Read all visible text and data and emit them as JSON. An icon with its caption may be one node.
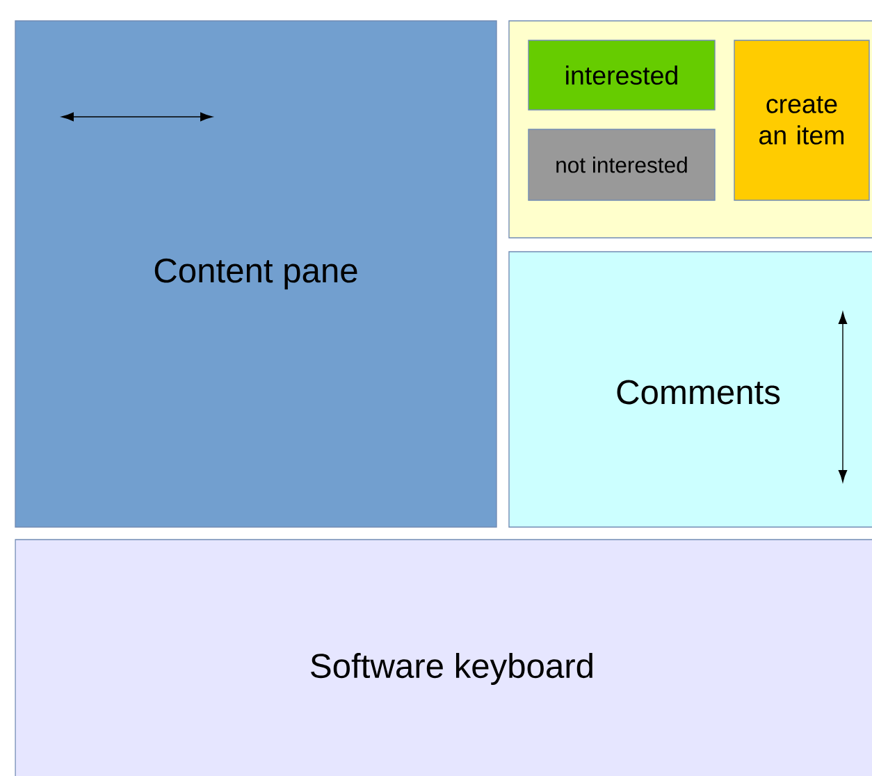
{
  "diagram": {
    "nodes": [
      {
        "text": [
          "Content pane"
        ]
      },
      {
        "text": [],
        "shape": "box"
      },
      {
        "text": [
          "interested"
        ],
        "in": 1
      },
      {
        "text": [
          "not interested"
        ],
        "in": 1
      },
      {
        "text": [
          "create an item"
        ],
        "in": 1
      },
      {
        "text": [
          "Comments"
        ]
      },
      {
        "text": [
          "Software keyboard"
        ]
      }
    ]
  }
}
